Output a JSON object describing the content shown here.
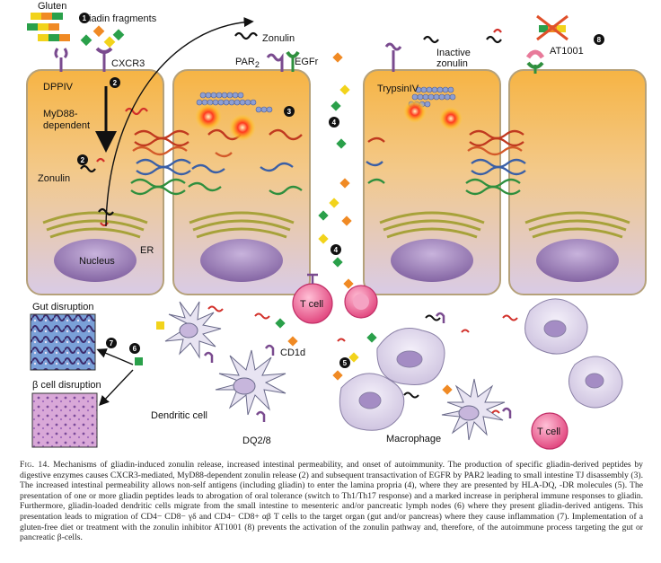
{
  "labels": {
    "gluten": "Gluten",
    "gliadin_fragments": "Gliadin fragments",
    "cxcr3": "CXCR3",
    "dppiv": "DPPIV",
    "myd88_line1": "MyD88-",
    "myd88_line2": "dependent",
    "zonulin_top": "Zonulin",
    "zonulin_cell": "Zonulin",
    "par2": "PAR",
    "par2_sub": "2",
    "egfr": "EGFr",
    "inactive_line1": "Inactive",
    "inactive_line2": "zonulin",
    "trypsin": "TrypsinIV",
    "at1001": "AT1001",
    "nucleus": "Nucleus",
    "er": "ER",
    "t_cell_1": "T cell",
    "t_cell_2": "T cell",
    "gut_disruption": "Gut disruption",
    "beta_disruption": "β cell disruption",
    "cd1d": "CD1d",
    "dendritic_cell": "Dendritic cell",
    "dq": "DQ2/8",
    "macrophage": "Macrophage"
  },
  "steps": [
    "1",
    "2",
    "2",
    "3",
    "4",
    "4",
    "5",
    "6",
    "7",
    "8"
  ],
  "colors": {
    "cell_top": "#f7b84b",
    "cell_bottom": "#d8c9e6",
    "cell_border": "#b7a37a",
    "nucleus": "#9b7fb8",
    "er": "#a9a23a",
    "gliadin_green": "#2aa04a",
    "gliadin_orange": "#f08a24",
    "gliadin_yellow": "#f2d31b",
    "receptor_purple": "#7a4b8f",
    "zonulin_red": "#d2302a",
    "tcell": "#e24f86",
    "tj_blue": "#3f6fb0"
  },
  "caption": {
    "fig_label": "Fig. 14.",
    "text": "Mechanisms of gliadin-induced zonulin release, increased intestinal permeability, and onset of autoimmunity. The production of specific gliadin-derived peptides by digestive enzymes causes CXCR3-mediated, MyD88-dependent zonulin release (2) and subsequent transactivation of EGFR by PAR2 leading to small intestine TJ disassembly (3). The increased intestinal permeability allows non-self antigens (including gliadin) to enter the lamina propria (4), where they are presented by HLA-DQ, -DR molecules (5). The presentation of one or more gliadin peptides leads to abrogation of oral tolerance (switch to Th1/Th17 response) and a marked increase in peripheral immune responses to gliadin. Furthermore, gliadin-loaded dendritic cells migrate from the small intestine to mesenteric and/or pancreatic lymph nodes (6) where they present gliadin-derived antigens. This presentation leads to migration of CD4− CD8− γδ and CD4− CD8+ αβ T cells to the target organ (gut and/or pancreas) where they cause inflammation (7). Implementation of a gluten-free diet or treatment with the zonulin inhibitor AT1001 (8) prevents the activation of the zonulin pathway and, therefore, of the autoimmune process targeting the gut or pancreatic β-cells."
  }
}
